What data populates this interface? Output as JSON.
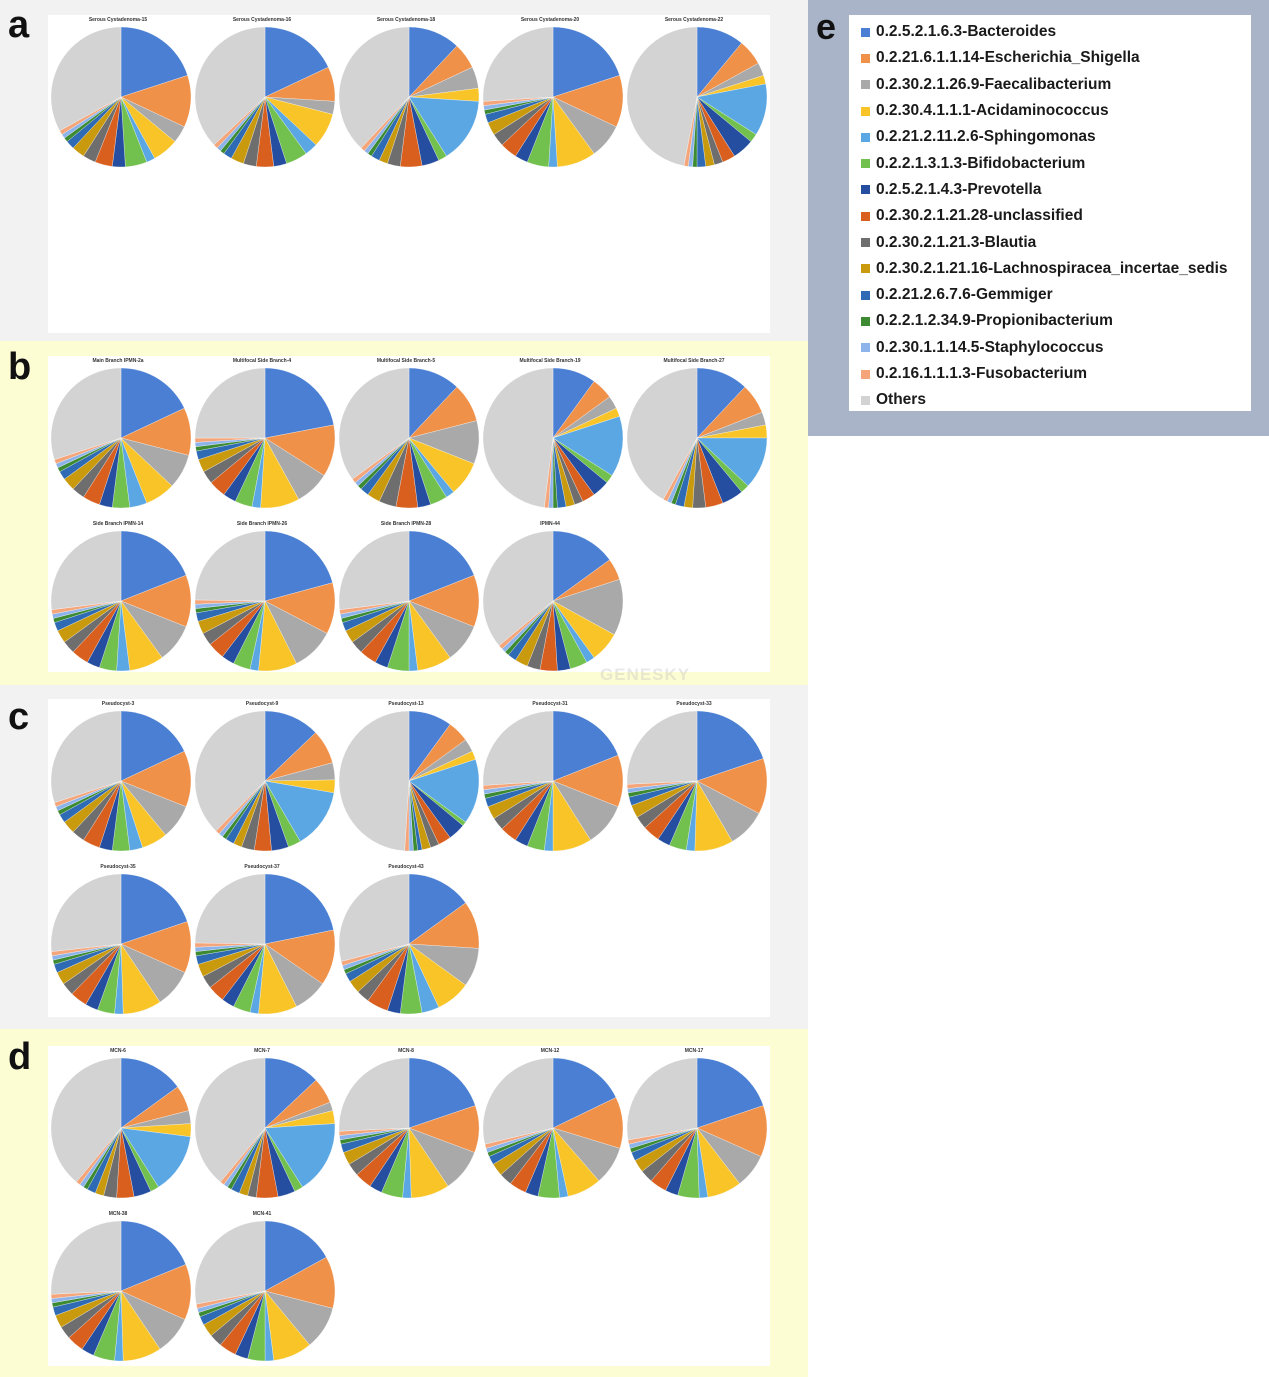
{
  "panel_letters": {
    "a": "a",
    "b": "b",
    "c": "c",
    "d": "d",
    "e": "e"
  },
  "watermark": "GENESKY",
  "legend": [
    {
      "label": "0.2.5.2.1.6.3-Bacteroides",
      "color": "#4a7fd4"
    },
    {
      "label": "0.2.21.6.1.1.14-Escherichia_Shigella",
      "color": "#f0914a"
    },
    {
      "label": "0.2.30.2.1.26.9-Faecalibacterium",
      "color": "#a9a9a9"
    },
    {
      "label": "0.2.30.4.1.1.1-Acidaminococcus",
      "color": "#f8c427"
    },
    {
      "label": "0.2.21.2.11.2.6-Sphingomonas",
      "color": "#5ba7e3"
    },
    {
      "label": "0.2.2.1.3.1.3-Bifidobacterium",
      "color": "#72c14e"
    },
    {
      "label": "0.2.5.2.1.4.3-Prevotella",
      "color": "#264ea0"
    },
    {
      "label": "0.2.30.2.1.21.28-unclassified",
      "color": "#d95f1f"
    },
    {
      "label": "0.2.30.2.1.21.3-Blautia",
      "color": "#6e6e6e"
    },
    {
      "label": "0.2.30.2.1.21.16-Lachnospiracea_incertae_sedis",
      "color": "#c99a0d"
    },
    {
      "label": "0.2.21.2.6.7.6-Gemmiger",
      "color": "#2f6bb5"
    },
    {
      "label": "0.2.2.1.2.34.9-Propionibacterium",
      "color": "#3c8a32"
    },
    {
      "label": "0.2.30.1.1.14.5-Staphylococcus",
      "color": "#8db4ea"
    },
    {
      "label": "0.2.16.1.1.1.3-Fusobacterium",
      "color": "#f4a57a"
    },
    {
      "label": "Others",
      "color": "#d3d3d3"
    }
  ],
  "chart_data": [
    {
      "type": "pie",
      "panel": "a",
      "title": "Serous Cystadenoma-15",
      "values": [
        20,
        12,
        4,
        6,
        2,
        5,
        3,
        4,
        3,
        3,
        2,
        1,
        1,
        1,
        33
      ]
    },
    {
      "type": "pie",
      "panel": "a",
      "title": "Serous Cystadenoma-16",
      "values": [
        18,
        8,
        3,
        8,
        3,
        5,
        3,
        4,
        3,
        3,
        2,
        1,
        1,
        1,
        37
      ]
    },
    {
      "type": "pie",
      "panel": "a",
      "title": "Serous Cystadenoma-18",
      "values": [
        12,
        6,
        5,
        3,
        15,
        2,
        4,
        5,
        3,
        2,
        2,
        1,
        1,
        1,
        38
      ]
    },
    {
      "type": "pie",
      "panel": "a",
      "title": "Serous Cystadenoma-20",
      "values": [
        20,
        12,
        8,
        9,
        2,
        5,
        3,
        4,
        3,
        3,
        2,
        1,
        1,
        1,
        26
      ]
    },
    {
      "type": "pie",
      "panel": "a",
      "title": "Serous Cystadenoma-22",
      "values": [
        11,
        6,
        3,
        2,
        12,
        2,
        5,
        3,
        2,
        2,
        2,
        1,
        1,
        1,
        47
      ]
    },
    {
      "type": "pie",
      "panel": "b",
      "title": "Main Branch IPMN-2a",
      "values": [
        18,
        11,
        8,
        7,
        4,
        4,
        3,
        4,
        3,
        3,
        2,
        1,
        1,
        1,
        30
      ]
    },
    {
      "type": "pie",
      "panel": "b",
      "title": "Multifocal Side Branch-4",
      "values": [
        22,
        12,
        8,
        9,
        2,
        4,
        3,
        4,
        3,
        3,
        2,
        1,
        1,
        1,
        25
      ]
    },
    {
      "type": "pie",
      "panel": "b",
      "title": "Multifocal Side Branch-5",
      "values": [
        12,
        9,
        10,
        8,
        2,
        4,
        3,
        5,
        4,
        3,
        2,
        1,
        1,
        1,
        35
      ]
    },
    {
      "type": "pie",
      "panel": "b",
      "title": "Multifocal Side Branch-19",
      "values": [
        10,
        5,
        3,
        2,
        14,
        2,
        4,
        3,
        2,
        2,
        2,
        1,
        1,
        1,
        48
      ]
    },
    {
      "type": "pie",
      "panel": "b",
      "title": "Multifocal Side Branch-27",
      "values": [
        12,
        7,
        3,
        3,
        12,
        2,
        5,
        4,
        3,
        2,
        2,
        1,
        1,
        1,
        42
      ]
    },
    {
      "type": "pie",
      "panel": "b",
      "title": "Side Branch IPMN-14",
      "values": [
        19,
        12,
        9,
        8,
        3,
        4,
        3,
        4,
        3,
        3,
        2,
        1,
        1,
        1,
        27
      ]
    },
    {
      "type": "pie",
      "panel": "b",
      "title": "Side Branch IPMN-26",
      "values": [
        21,
        12,
        10,
        9,
        2,
        4,
        3,
        4,
        3,
        3,
        2,
        1,
        1,
        1,
        25
      ]
    },
    {
      "type": "pie",
      "panel": "b",
      "title": "Side Branch IPMN-28",
      "values": [
        19,
        12,
        9,
        8,
        2,
        5,
        3,
        4,
        3,
        3,
        2,
        1,
        1,
        1,
        27
      ]
    },
    {
      "type": "pie",
      "panel": "b",
      "title": "IPMN-44",
      "values": [
        15,
        5,
        13,
        7,
        2,
        4,
        3,
        4,
        3,
        3,
        2,
        1,
        1,
        1,
        36
      ]
    },
    {
      "type": "pie",
      "panel": "c",
      "title": "Pseudocyst-3",
      "values": [
        18,
        13,
        8,
        6,
        3,
        4,
        3,
        4,
        3,
        3,
        2,
        1,
        1,
        1,
        30
      ]
    },
    {
      "type": "pie",
      "panel": "c",
      "title": "Pseudocyst-9",
      "values": [
        13,
        8,
        4,
        3,
        14,
        3,
        4,
        4,
        3,
        2,
        2,
        1,
        1,
        1,
        38
      ]
    },
    {
      "type": "pie",
      "panel": "c",
      "title": "Pseudocyst-13",
      "values": [
        10,
        5,
        3,
        2,
        15,
        1,
        4,
        3,
        2,
        2,
        1,
        1,
        1,
        1,
        49
      ]
    },
    {
      "type": "pie",
      "panel": "c",
      "title": "Pseudocyst-31",
      "values": [
        19,
        12,
        10,
        9,
        2,
        4,
        3,
        4,
        3,
        3,
        2,
        1,
        1,
        1,
        26
      ]
    },
    {
      "type": "pie",
      "panel": "c",
      "title": "Pseudocyst-33",
      "values": [
        20,
        13,
        9,
        9,
        2,
        4,
        3,
        4,
        3,
        3,
        2,
        1,
        1,
        1,
        26
      ]
    },
    {
      "type": "pie",
      "panel": "c",
      "title": "Pseudocyst-35",
      "values": [
        20,
        12,
        9,
        9,
        2,
        4,
        3,
        4,
        3,
        3,
        2,
        1,
        1,
        1,
        27
      ]
    },
    {
      "type": "pie",
      "panel": "c",
      "title": "Pseudocyst-37",
      "values": [
        22,
        13,
        8,
        9,
        2,
        4,
        3,
        4,
        3,
        3,
        2,
        1,
        1,
        1,
        25
      ]
    },
    {
      "type": "pie",
      "panel": "c",
      "title": "Pseudocyst-43",
      "values": [
        15,
        11,
        9,
        8,
        4,
        5,
        3,
        5,
        3,
        3,
        2,
        1,
        1,
        1,
        29
      ]
    },
    {
      "type": "pie",
      "panel": "d",
      "title": "MCN-6",
      "values": [
        15,
        6,
        3,
        3,
        14,
        2,
        4,
        4,
        3,
        2,
        2,
        1,
        1,
        1,
        39
      ]
    },
    {
      "type": "pie",
      "panel": "d",
      "title": "MCN-7",
      "values": [
        13,
        6,
        2,
        3,
        17,
        2,
        4,
        5,
        2,
        2,
        2,
        1,
        1,
        1,
        39
      ]
    },
    {
      "type": "pie",
      "panel": "d",
      "title": "MCN-8",
      "values": [
        20,
        11,
        10,
        9,
        2,
        5,
        3,
        4,
        3,
        3,
        2,
        1,
        1,
        1,
        26
      ]
    },
    {
      "type": "pie",
      "panel": "d",
      "title": "MCN-12",
      "values": [
        18,
        12,
        9,
        8,
        2,
        5,
        3,
        4,
        3,
        3,
        2,
        1,
        1,
        1,
        29
      ]
    },
    {
      "type": "pie",
      "panel": "d",
      "title": "MCN-17",
      "values": [
        20,
        12,
        8,
        8,
        2,
        5,
        3,
        4,
        3,
        3,
        2,
        1,
        1,
        1,
        28
      ]
    },
    {
      "type": "pie",
      "panel": "d",
      "title": "MCN-38",
      "values": [
        19,
        13,
        9,
        9,
        2,
        5,
        3,
        4,
        3,
        3,
        2,
        1,
        1,
        1,
        26
      ]
    },
    {
      "type": "pie",
      "panel": "d",
      "title": "MCN-41",
      "values": [
        17,
        12,
        10,
        9,
        2,
        4,
        3,
        4,
        3,
        3,
        2,
        1,
        1,
        1,
        28
      ]
    }
  ]
}
